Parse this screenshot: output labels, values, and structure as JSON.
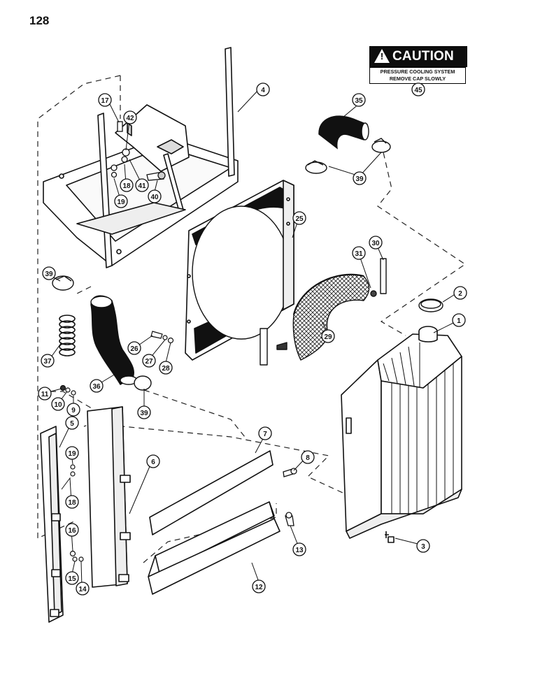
{
  "page": {
    "number": "128"
  },
  "caution": {
    "heading": "CAUTION",
    "line1": "PRESSURE COOLING SYSTEM",
    "line2": "REMOVE CAP SLOWLY"
  },
  "callouts": {
    "c1": "1",
    "c2": "2",
    "c3": "3",
    "c4": "4",
    "c5": "5",
    "c6": "6",
    "c7": "7",
    "c8": "8",
    "c9": "9",
    "c10": "10",
    "c11": "11",
    "c12": "12",
    "c13": "13",
    "c14": "14",
    "c15": "15",
    "c16": "16",
    "c17": "17",
    "c18a": "18",
    "c18b": "18",
    "c19a": "19",
    "c19b": "19",
    "c25": "25",
    "c26": "26",
    "c27": "27",
    "c28": "28",
    "c29": "29",
    "c30": "30",
    "c31": "31",
    "c35": "35",
    "c36": "36",
    "c37": "37",
    "c39a": "39",
    "c39b": "39",
    "c39c": "39",
    "c40": "40",
    "c41": "41",
    "c42": "42",
    "c45": "45"
  }
}
